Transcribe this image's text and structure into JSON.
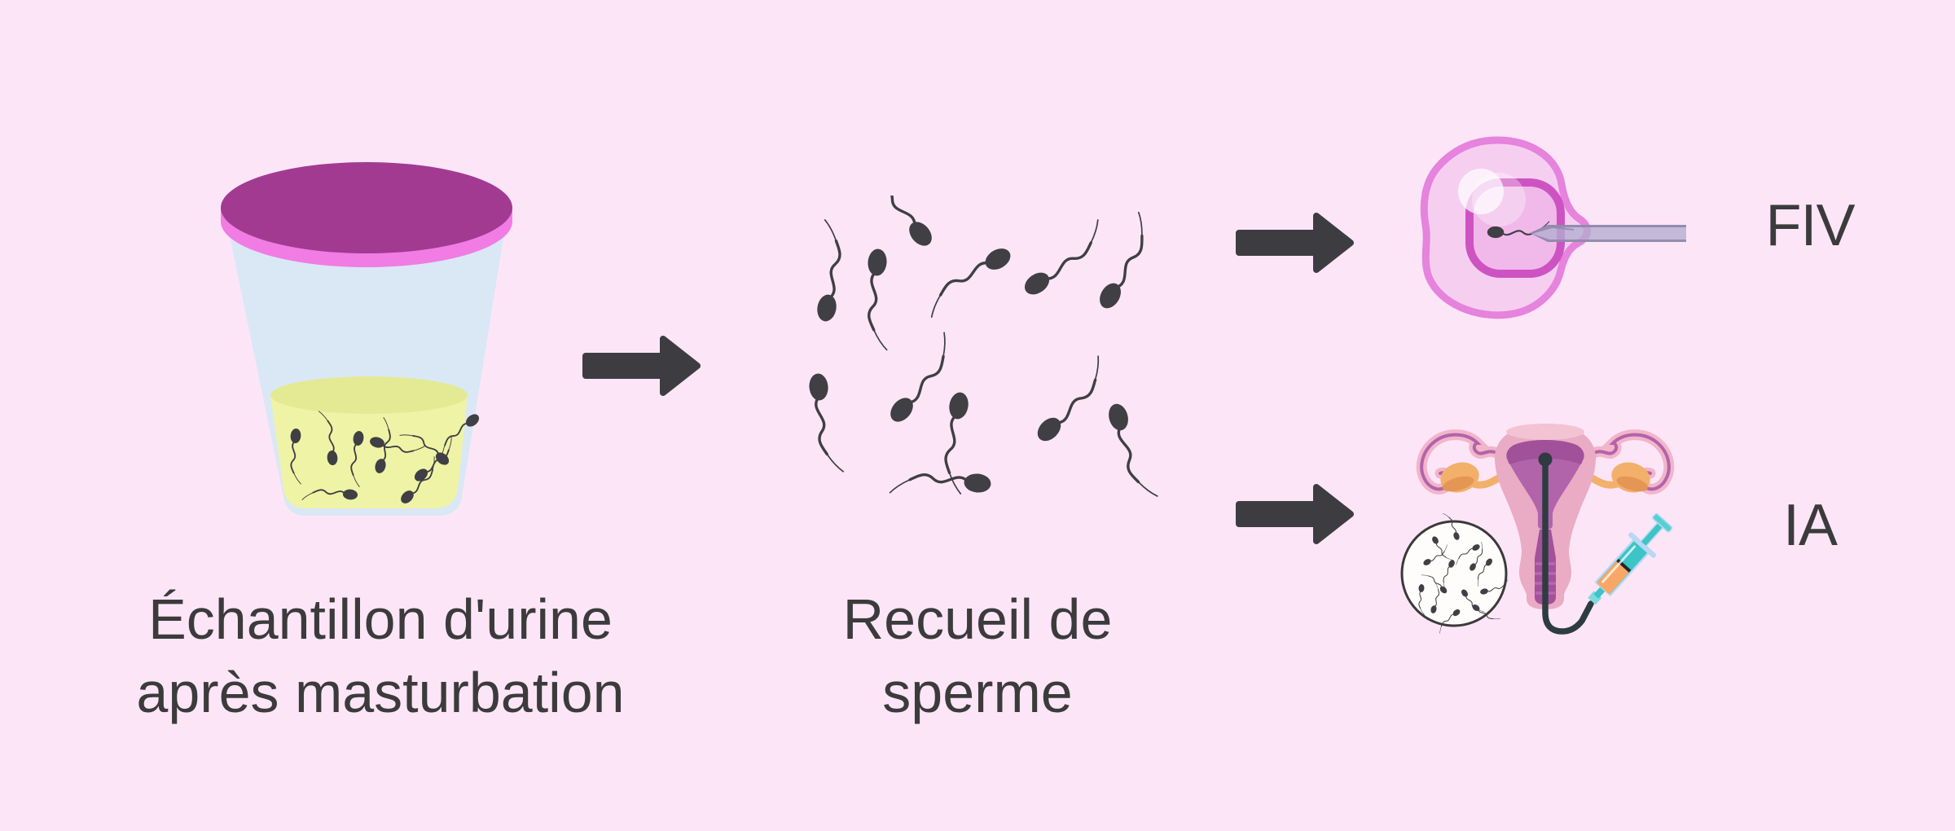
{
  "diagram_title": "",
  "captions": {
    "step1": {
      "line1": "Échantillon d'urine",
      "line2": "après masturbation"
    },
    "step2": {
      "line1": "Recueil de",
      "line2": "sperme"
    },
    "fiv": "FIV",
    "ia": "IA"
  },
  "icons": {
    "cup": "urine-sample-cup-icon",
    "arrow": "right-arrow-icon",
    "sperm": "sperm-cell-icon",
    "fiv": "oocyte-icsi-needle-icon",
    "ia": "uterus-insemination-icon",
    "microscope": "microscope-sperm-view-icon",
    "syringe": "syringe-icon",
    "catheter": "catheter-icon"
  },
  "colors": {
    "background": "#fde5f8",
    "text": "#3b3b3b",
    "arrow": "#3d3d41",
    "sperm": "#3f3f44",
    "cup_lid": "#a23a92",
    "cup_rim": "#f07ce4",
    "cup_body": "#dae8f5",
    "urine": "#eff3a5",
    "urine_surface": "#e4ea93",
    "egg_outer_fill": "#f6cff0",
    "egg_outer_ring": "#e583dd",
    "egg_inner_fill": "#f1b9e9",
    "egg_inner_ring": "#ce53c2",
    "needle": "#b3adcf",
    "needle_edge": "#8d88a8",
    "uterus_pink": "#eaabc4",
    "uterus_highlight": "#f3c2d3",
    "cavity": "#b164aa",
    "cavity_dark": "#a1509a",
    "canal": "#a2519a",
    "canal_stripe": "#b767ae",
    "tube_pink": "#f2b5c9",
    "tube_purple": "#b164aa",
    "ovary": "#f2b06a",
    "ovary_shadow": "#e29552",
    "catheter": "#2e3c41",
    "syringe_teal": "#3cc4c6",
    "syringe_light": "#b9d8f3",
    "syringe_orange": "#f9a766",
    "microscope_bg": "#fefdfb"
  },
  "illustration": {
    "cup_sperm": {
      "scale": 0.55,
      "items": [
        [
          123,
          355,
          95
        ],
        [
          168,
          382,
          -95
        ],
        [
          200,
          358,
          100
        ],
        [
          223,
          363,
          15
        ],
        [
          303,
          383,
          -140
        ],
        [
          340,
          336,
          140
        ],
        [
          190,
          427,
          185
        ],
        [
          227,
          392,
          -75
        ],
        [
          260,
          430,
          -45
        ],
        [
          277,
          403,
          -40
        ]
      ]
    },
    "sperm_scatter": {
      "scale": 1,
      "items": [
        [
          170,
          47,
          -130
        ],
        [
          117,
          82,
          95
        ],
        [
          55,
          138,
          -80
        ],
        [
          265,
          78,
          150
        ],
        [
          313,
          108,
          -35
        ],
        [
          403,
          123,
          -60
        ],
        [
          45,
          235,
          85
        ],
        [
          147,
          263,
          -50
        ],
        [
          217,
          258,
          100
        ],
        [
          240,
          353,
          185
        ],
        [
          328,
          287,
          -45
        ],
        [
          413,
          272,
          75
        ]
      ]
    },
    "egg_sperm": {
      "scale": 0.62,
      "items": [
        [
          116,
          135,
          0
        ]
      ]
    },
    "microscope_sperm": {
      "scale": 0.3,
      "items": [
        [
          52,
          163,
          60
        ],
        [
          78,
          158,
          -110
        ],
        [
          102,
          172,
          150
        ],
        [
          42,
          190,
          -30
        ],
        [
          72,
          192,
          115
        ],
        [
          98,
          196,
          -60
        ],
        [
          118,
          190,
          125
        ],
        [
          35,
          222,
          95
        ],
        [
          62,
          224,
          -135
        ],
        [
          88,
          228,
          55
        ],
        [
          112,
          226,
          -15
        ],
        [
          50,
          248,
          -75
        ],
        [
          78,
          252,
          140
        ],
        [
          102,
          246,
          35
        ]
      ]
    }
  }
}
